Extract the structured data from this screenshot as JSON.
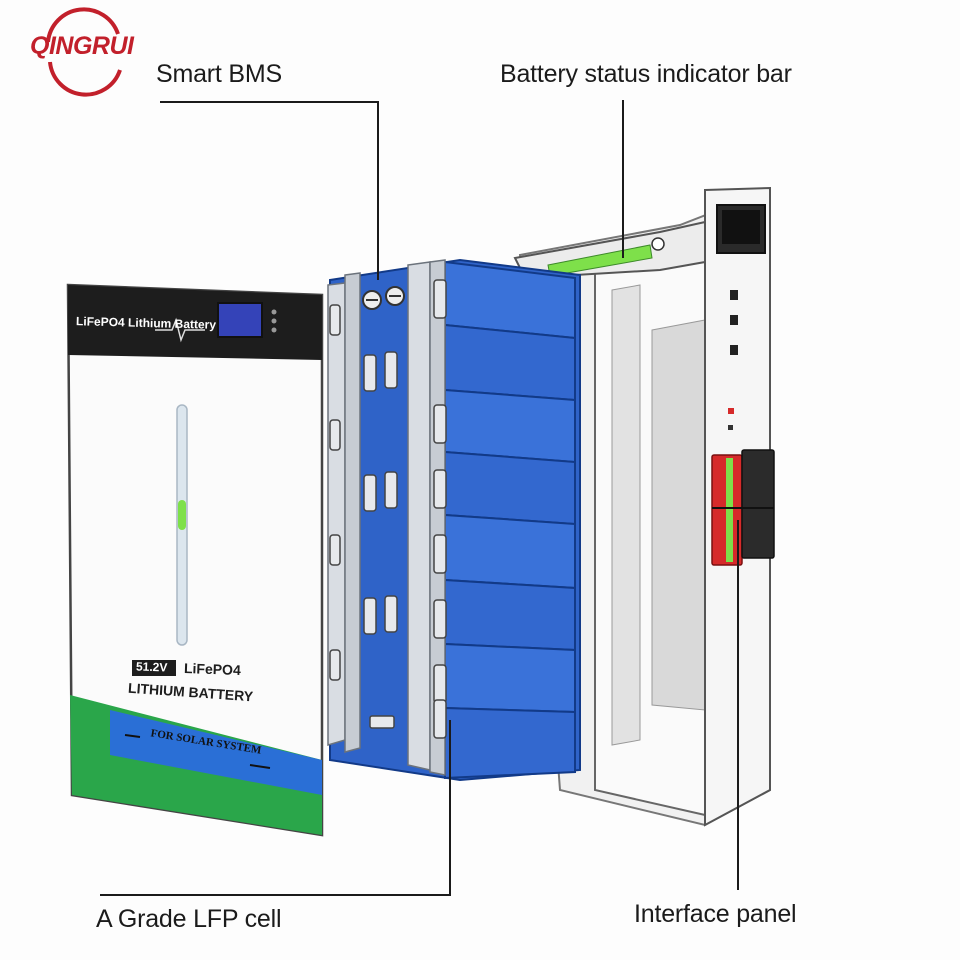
{
  "brand": {
    "name": "QINGRUI",
    "color": "#c2202b"
  },
  "callouts": {
    "smart_bms": "Smart BMS",
    "status_bar": "Battery status indicator bar",
    "lfp_cell": "A Grade LFP cell",
    "interface_panel": "Interface panel"
  },
  "front_panel": {
    "header_text": "LiFePO4 Lithium Battery",
    "voltage_badge": "51.2V",
    "product_line1": "LiFePO4",
    "product_line2": "LITHIUM BATTERY",
    "banner_text": "FOR SOLAR SYSTEM"
  },
  "colors": {
    "cell_blue": "#2f63c8",
    "header_black": "#1d1d1d",
    "banner_green": "#2aa64a",
    "banner_blue": "#2a6fd6",
    "indicator_green": "#7ee04a",
    "terminal_red": "#d62a2a"
  },
  "icons": [
    "display-icon",
    "status-led-icon",
    "terminal-icon",
    "breaker-icon"
  ]
}
